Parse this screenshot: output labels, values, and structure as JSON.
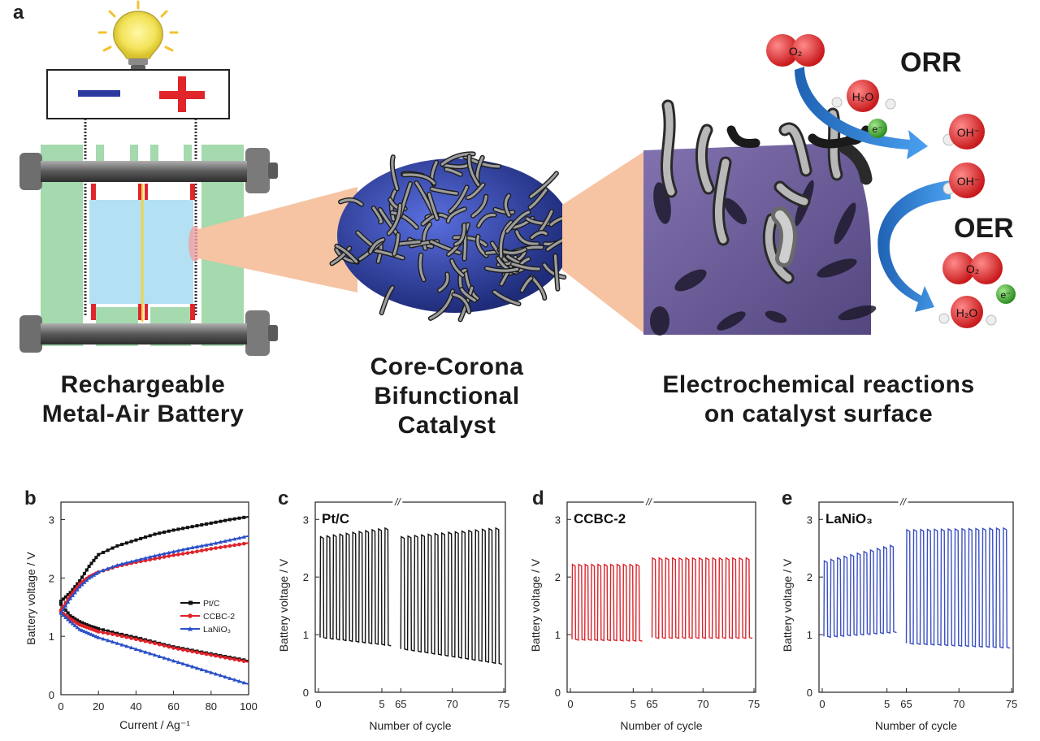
{
  "panels": {
    "a": "a",
    "b": "b",
    "c": "c",
    "d": "d",
    "e": "e"
  },
  "diagram": {
    "caption_battery": [
      "Rechargeable",
      "Metal-Air Battery"
    ],
    "caption_catalyst": [
      "Core-Corona",
      "Bifunctional",
      "Catalyst"
    ],
    "caption_reactions": [
      "Electrochemical reactions",
      "on catalyst surface"
    ],
    "orr_label": "ORR",
    "oer_label": "OER",
    "molecules": {
      "o2": "O₂",
      "h2o": "H₂O",
      "oh": "OH⁻",
      "e": "e⁻"
    },
    "colors": {
      "battery_green": "#9fd8a9",
      "electrolyte_blue": "#b3dff2",
      "catalyst_core": "#3d4fb5",
      "surface_purple": "#6f5f9c",
      "arrow_blue": "#2a7fd3",
      "molecule_red": "#e5282a",
      "electron_green": "#4caf3d",
      "cone_orange": "#f6c4a3"
    }
  },
  "chart_data": [
    {
      "panel": "b",
      "type": "line",
      "xlabel": "Current / Ag⁻¹",
      "ylabel": "Battery voltage / V",
      "xlim": [
        0,
        100
      ],
      "ylim": [
        0,
        3.3
      ],
      "xticks": [
        "0",
        "20",
        "40",
        "60",
        "80",
        "100"
      ],
      "yticks": [
        "0",
        "1",
        "2",
        "3"
      ],
      "legend": [
        "Pt/C",
        "CCBC-2",
        "LaNiO₃"
      ],
      "legend_position": "center-right",
      "series": [
        {
          "name": "Pt/C",
          "color": "#111111",
          "x": [
            0,
            5,
            10,
            15,
            20,
            30,
            40,
            50,
            60,
            70,
            80,
            90,
            100
          ],
          "charge": [
            1.6,
            1.75,
            1.95,
            2.2,
            2.4,
            2.55,
            2.65,
            2.75,
            2.82,
            2.88,
            2.94,
            3.0,
            3.05
          ],
          "discharge": [
            1.55,
            1.35,
            1.25,
            1.18,
            1.13,
            1.05,
            0.98,
            0.9,
            0.82,
            0.76,
            0.7,
            0.64,
            0.58
          ]
        },
        {
          "name": "CCBC-2",
          "color": "#e0222a",
          "x": [
            0,
            5,
            10,
            15,
            20,
            30,
            40,
            50,
            60,
            70,
            80,
            90,
            100
          ],
          "charge": [
            1.45,
            1.7,
            1.9,
            2.02,
            2.1,
            2.2,
            2.27,
            2.33,
            2.39,
            2.44,
            2.5,
            2.55,
            2.6
          ],
          "discharge": [
            1.42,
            1.3,
            1.2,
            1.14,
            1.08,
            1.02,
            0.95,
            0.88,
            0.8,
            0.74,
            0.68,
            0.62,
            0.56
          ]
        },
        {
          "name": "LaNiO₃",
          "color": "#2b4fc7",
          "x": [
            0,
            5,
            10,
            15,
            20,
            30,
            40,
            50,
            60,
            70,
            80,
            90,
            100
          ],
          "charge": [
            1.4,
            1.65,
            1.85,
            2.0,
            2.1,
            2.22,
            2.3,
            2.38,
            2.45,
            2.52,
            2.58,
            2.65,
            2.72
          ],
          "discharge": [
            1.4,
            1.25,
            1.12,
            1.05,
            0.98,
            0.88,
            0.78,
            0.68,
            0.58,
            0.48,
            0.38,
            0.28,
            0.18
          ]
        }
      ]
    },
    {
      "panel": "c",
      "type": "line",
      "label": "Pt/C",
      "color": "#111111",
      "xlabel": "Number of cycle",
      "ylabel": "Battery voltage / V",
      "ylim": [
        0,
        3.3
      ],
      "yticks": [
        "0",
        "1",
        "2",
        "3"
      ],
      "xticks_left": [
        "0",
        "5"
      ],
      "xticks_right": [
        "65",
        "70",
        "75"
      ],
      "left_cycles": 11,
      "right_cycles": 15,
      "left": {
        "high_start": 2.7,
        "high_end": 2.85,
        "low_start": 0.95,
        "low_end": 0.82
      },
      "right": {
        "high_start": 2.7,
        "high_end": 2.85,
        "low_start": 0.75,
        "low_end": 0.5
      }
    },
    {
      "panel": "d",
      "type": "line",
      "label": "CCBC-2",
      "color": "#d9262e",
      "xlabel": "Number of cycle",
      "ylabel": "Battery voltage / V",
      "ylim": [
        0,
        3.3
      ],
      "yticks": [
        "0",
        "1",
        "2",
        "3"
      ],
      "xticks_left": [
        "0",
        "5"
      ],
      "xticks_right": [
        "65",
        "70",
        "75"
      ],
      "left_cycles": 11,
      "right_cycles": 15,
      "left": {
        "high_start": 2.22,
        "high_end": 2.22,
        "low_start": 0.92,
        "low_end": 0.9
      },
      "right": {
        "high_start": 2.33,
        "high_end": 2.33,
        "low_start": 0.95,
        "low_end": 0.95
      }
    },
    {
      "panel": "e",
      "type": "line",
      "label": "LaNiO₃",
      "color": "#3a4fc2",
      "xlabel": "Number of cycle",
      "ylabel": "Battery voltage / V",
      "ylim": [
        0,
        3.3
      ],
      "yticks": [
        "0",
        "1",
        "2",
        "3"
      ],
      "xticks_left": [
        "0",
        "5"
      ],
      "xticks_right": [
        "65",
        "70",
        "75"
      ],
      "left_cycles": 11,
      "right_cycles": 15,
      "left": {
        "high_start": 2.28,
        "high_end": 2.55,
        "low_start": 0.97,
        "low_end": 1.05
      },
      "right": {
        "high_start": 2.82,
        "high_end": 2.85,
        "low_start": 0.85,
        "low_end": 0.78
      }
    }
  ]
}
